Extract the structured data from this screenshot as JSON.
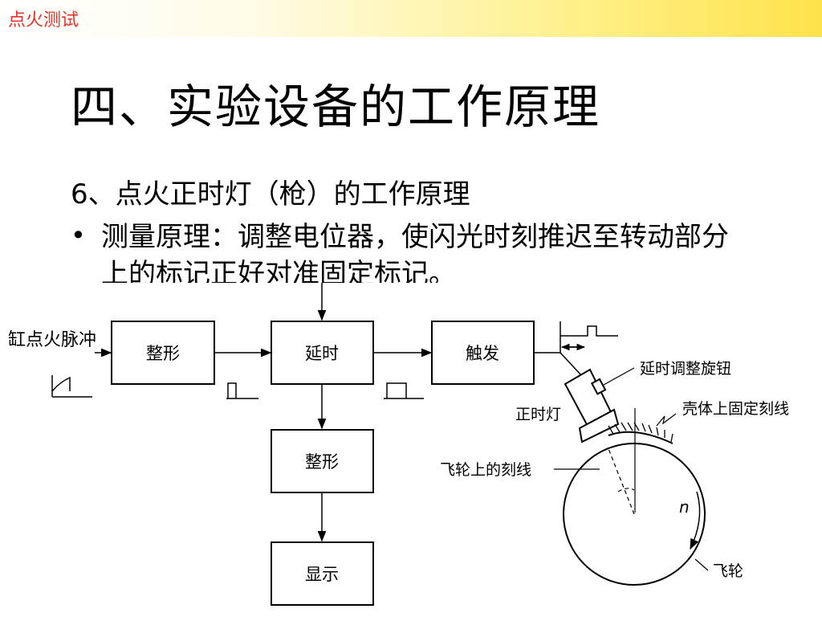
{
  "header": {
    "title": "点火测试"
  },
  "slide": {
    "heading": "四、实验设备的工作原理",
    "subheading": "6、点火正时灯（枪）的工作原理",
    "bullet": "测量原理：调整电位器，使闪光时刻推迟至转动部分上的标记正好对准固定标记。"
  },
  "diagram": {
    "input_label": "缸点火脉冲",
    "blocks": {
      "shaping_1": "整形",
      "delay": "延时",
      "trigger": "触发",
      "shaping_2": "整形",
      "display": "显示"
    },
    "labels": {
      "delay_knob": "延时调整旋钮",
      "timing_light": "正时灯",
      "housing_mark": "壳体上固定刻线",
      "flywheel_mark": "飞轮上的刻线",
      "rotation": "n",
      "flywheel": "飞轮"
    }
  }
}
